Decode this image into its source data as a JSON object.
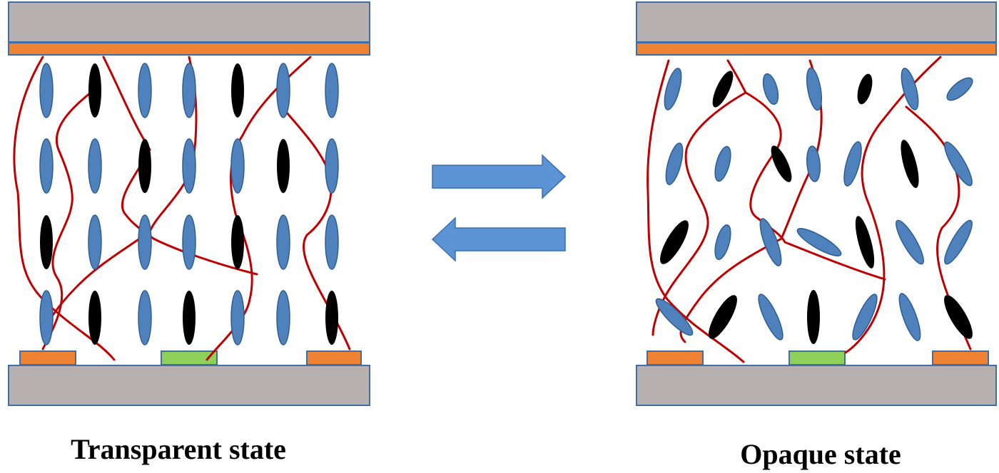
{
  "captions": {
    "left": "Transparent state",
    "right": "Opaque state"
  },
  "colors": {
    "substrate": "#b7b1b1",
    "substrate_border": "#3d6ea8",
    "electrode_top": "#f08233",
    "electrode_orange": "#f08233",
    "electrode_green": "#8ed05a",
    "molecule_blue": "#4f82bd",
    "molecule_blue_border": "#2e5e8f",
    "molecule_black": "#000000",
    "polymer": "#c00000",
    "arrow": "#5b93d5",
    "arrow_border": "#3c6fae"
  },
  "panels": [
    {
      "id": "transparent",
      "molecule_alignment": "vertical"
    },
    {
      "id": "opaque",
      "molecule_alignment": "random"
    }
  ],
  "arrows": [
    {
      "direction": "right"
    },
    {
      "direction": "left"
    }
  ]
}
